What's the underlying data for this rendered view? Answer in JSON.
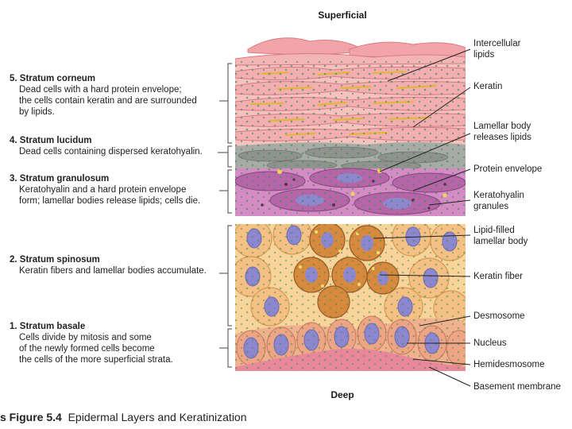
{
  "orientation": {
    "top": "Superficial",
    "bottom": "Deep"
  },
  "layers": [
    {
      "title": "5. Stratum corneum",
      "desc": [
        "Dead cells with a hard protein envelope;",
        "the cells contain keratin and are surrounded",
        "by lipids."
      ]
    },
    {
      "title": "4. Stratum lucidum",
      "desc": [
        "Dead cells containing dispersed keratohyalin."
      ]
    },
    {
      "title": "3. Stratum granulosum",
      "desc": [
        "Keratohyalin and a hard protein envelope",
        "form; lamellar bodies release lipids; cells die."
      ]
    },
    {
      "title": "2. Stratum spinosum",
      "desc": [
        "Keratin fibers and lamellar bodies accumulate."
      ]
    },
    {
      "title": "1. Stratum basale",
      "desc": [
        "Cells divide by mitosis and some",
        "of the newly formed cells become",
        "the cells of the more superficial strata."
      ]
    }
  ],
  "structures": [
    [
      "Intercellular",
      "lipids"
    ],
    [
      "Keratin"
    ],
    [
      "Lamellar body",
      "releases lipids"
    ],
    [
      "Protein envelope"
    ],
    [
      "Keratohyalin",
      "granules"
    ],
    [
      "Lipid-filled",
      "lamellar body"
    ],
    [
      "Keratin fiber"
    ],
    [
      "Desmosome"
    ],
    [
      "Nucleus"
    ],
    [
      "Hemidesmosome"
    ],
    [
      "Basement membrane"
    ]
  ],
  "caption": {
    "prefix": "s Figure 5.4",
    "text": "Epidermal Layers and Keratinization"
  },
  "colors": {
    "corneum": "#f4b8b4",
    "lucidum": "#a9aaa6",
    "granulosum": "#c06fb1",
    "spinosum": "#f4c58a",
    "basale_cell": "#f2b892",
    "nucleus": "#8d87cf",
    "basement": "#e8889a",
    "leader": "#222222"
  }
}
